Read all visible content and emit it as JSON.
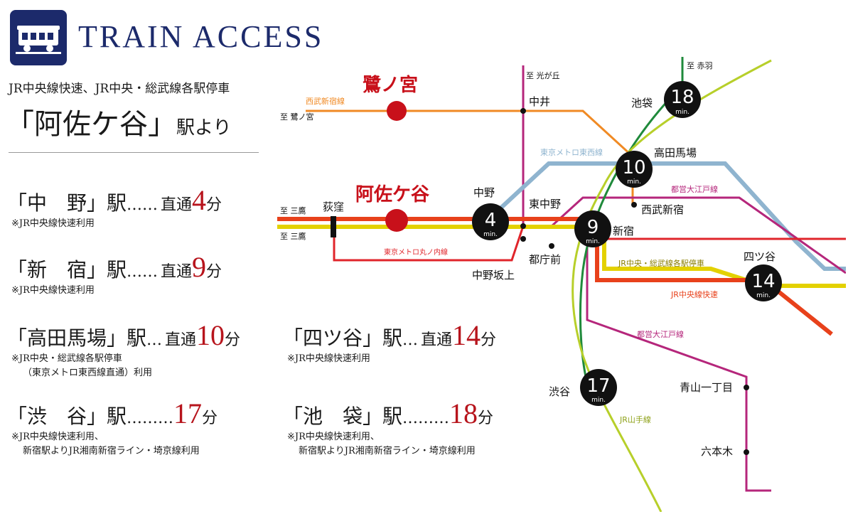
{
  "header": {
    "title": "TRAIN ACCESS",
    "icon": "train-icon",
    "brand_color": "#1c2a6b"
  },
  "intro": {
    "subtitle": "JR中央線快速、JR中央・総武線各駅停車",
    "station": "「阿佐ケ谷」",
    "from": "駅より"
  },
  "access_list": [
    {
      "name": "「中　野」駅",
      "dots": "……",
      "direct": "直通",
      "minutes": "4",
      "unit": "分",
      "notes": [
        "※JR中央線快速利用"
      ]
    },
    {
      "name": "「新　宿」駅",
      "dots": "……",
      "direct": "直通",
      "minutes": "9",
      "unit": "分",
      "notes": [
        "※JR中央線快速利用"
      ]
    },
    {
      "name": "「高田馬場」駅",
      "dots": "…",
      "direct": "直通",
      "minutes": "10",
      "unit": "分",
      "notes": [
        "※JR中央・総武線各駅停車",
        "（東京メトロ東西線直通）利用"
      ]
    },
    {
      "name": "「四ツ谷」駅",
      "dots": "…",
      "direct": "直通",
      "minutes": "14",
      "unit": "分",
      "notes": [
        "※JR中央線快速利用"
      ]
    },
    {
      "name": "「渋　谷」駅",
      "dots": "………",
      "direct": "",
      "minutes": "17",
      "unit": "分",
      "notes": [
        "※JR中央線快速利用、",
        "新宿駅よりJR湘南新宿ライン・埼京線利用"
      ]
    },
    {
      "name": "「池　袋」駅",
      "dots": "………",
      "direct": "",
      "minutes": "18",
      "unit": "分",
      "notes": [
        "※JR中央線快速利用、",
        "新宿駅よりJR湘南新宿ライン・埼京線利用"
      ]
    }
  ],
  "map": {
    "lines": {
      "seibu_shinjuku": {
        "label": "西武新宿線",
        "color": "#f08a24"
      },
      "tozai": {
        "label": "東京メトロ東西線",
        "color": "#8fb4cf"
      },
      "oedo": {
        "label": "都営大江戸線",
        "color": "#b5267b"
      },
      "oedo_south": {
        "label": "都営大江戸線",
        "color": "#b5267b"
      },
      "marunouchi": {
        "label": "東京メトロ丸ノ内線",
        "color": "#e0252b"
      },
      "chuo_sobu": {
        "label": "JR中央・総武線各駅停車",
        "color": "#e3d100"
      },
      "chuo_rapid": {
        "label": "JR中央線快速",
        "color": "#e8411b"
      },
      "yamanote": {
        "label": "JR山手線",
        "color": "#b7cf2a"
      },
      "saikyo": {
        "color": "#1f8a3b"
      },
      "oedo_branch": {
        "color": "#b5267b"
      }
    },
    "terminals": {
      "saginomiya_dir": "至 鷺ノ宮",
      "hikarigaoka_dir": "至 光が丘",
      "akabane_dir": "至 赤羽",
      "mitaka_dir_1": "至 三鷹",
      "mitaka_dir_2": "至 三鷹"
    },
    "stations": {
      "saginomiya": "鷺ノ宮",
      "asagaya": "阿佐ケ谷",
      "ogikubo": "荻窪",
      "nakai": "中井",
      "nakano": "中野",
      "higashi_nakano": "東中野",
      "tochomae": "都庁前",
      "nakano_sakaue": "中野坂上",
      "shinjuku": "新宿",
      "seibu_shinjuku": "西武新宿",
      "takadanobaba": "高田馬場",
      "ikebukuro": "池袋",
      "yotsuya": "四ツ谷",
      "shibuya": "渋谷",
      "aoyama": "青山一丁目",
      "roppongi": "六本木"
    },
    "badges": {
      "nakano": "4",
      "shinjuku": "9",
      "takadanobaba": "10",
      "yotsuya": "14",
      "shibuya": "17",
      "ikebukuro": "18",
      "min_label": "min."
    },
    "colors": {
      "highlight": "#c8101a",
      "badge": "#111111"
    }
  }
}
